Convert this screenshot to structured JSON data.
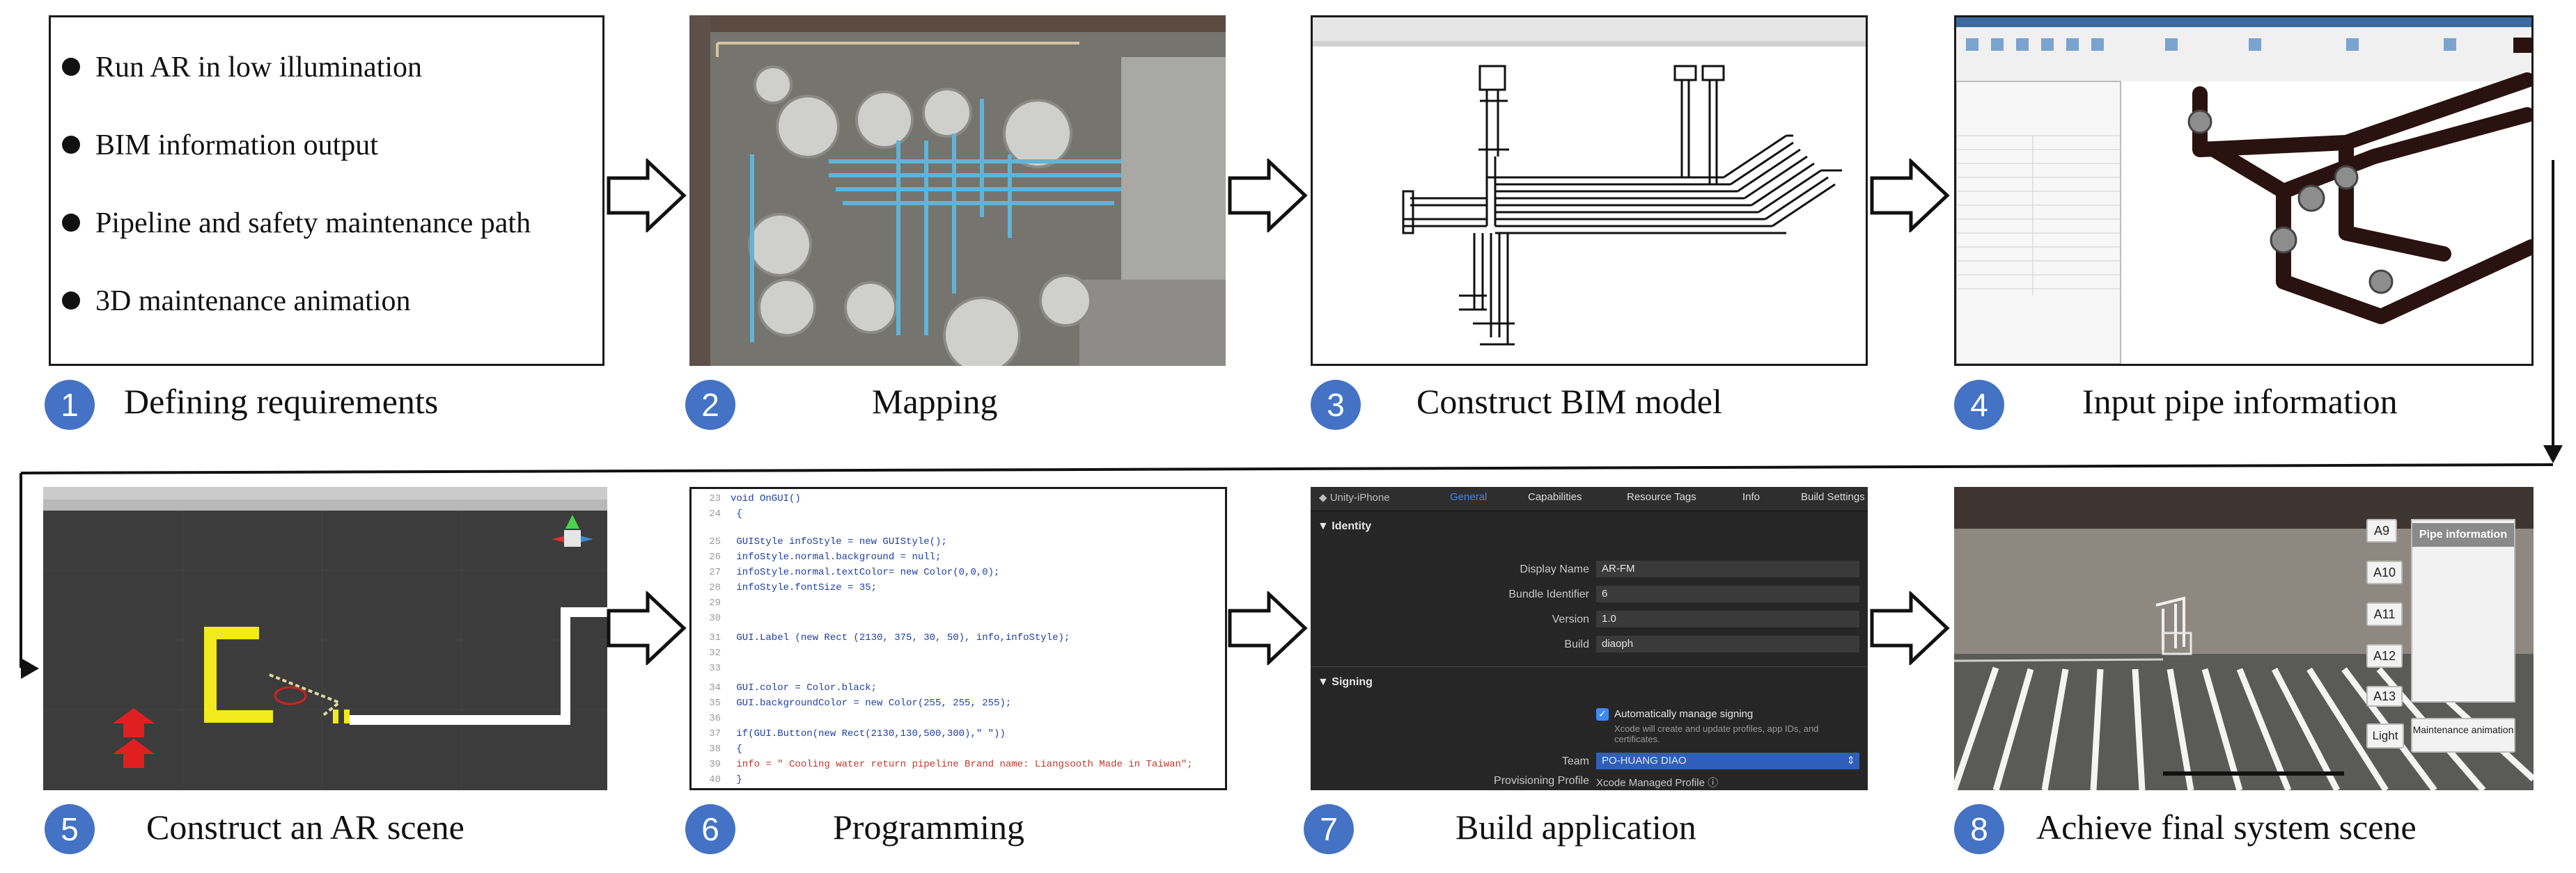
{
  "requirements": {
    "items": [
      "Run AR in low illumination",
      "BIM information output",
      "Pipeline and safety maintenance path",
      "3D maintenance animation"
    ]
  },
  "steps": [
    {
      "number": "1",
      "caption": "Defining requirements"
    },
    {
      "number": "2",
      "caption": "Mapping"
    },
    {
      "number": "3",
      "caption": "Construct BIM model"
    },
    {
      "number": "4",
      "caption": "Input pipe information"
    },
    {
      "number": "5",
      "caption": "Construct an AR scene"
    },
    {
      "number": "6",
      "caption": "Programming"
    },
    {
      "number": "7",
      "caption": "Build application"
    },
    {
      "number": "8",
      "caption": "Achieve final system scene"
    }
  ],
  "code": {
    "lines": [
      {
        "n": "23",
        "t": "void OnGUI()"
      },
      {
        "n": "24",
        "t": "  {"
      },
      {
        "n": "25",
        "t": "      GUIStyle infoStyle = new GUIStyle();"
      },
      {
        "n": "26",
        "t": "    infoStyle.normal.background = null;"
      },
      {
        "n": "27",
        "t": "     infoStyle.normal.textColor= new Color(0,0,0);"
      },
      {
        "n": "28",
        "t": "    infoStyle.fontSize = 35;"
      },
      {
        "n": "29",
        "t": ""
      },
      {
        "n": "30",
        "t": ""
      },
      {
        "n": "31",
        "t": "      GUI.Label (new Rect (2130, 375, 30, 50), info,infoStyle);"
      },
      {
        "n": "32",
        "t": ""
      },
      {
        "n": "33",
        "t": ""
      },
      {
        "n": "34",
        "t": "    GUI.color = Color.black;"
      },
      {
        "n": "35",
        "t": "      GUI.backgroundColor = new Color(255, 255, 255);"
      },
      {
        "n": "36",
        "t": ""
      },
      {
        "n": "37",
        "t": "      if(GUI.Button(new Rect(2130,130,500,300),\" \"))"
      },
      {
        "n": "38",
        "t": "      {"
      },
      {
        "n": "39",
        "t": "        info = \" Cooling water return pipeline Brand name: Liangsooth Made in Taiwan\";"
      },
      {
        "n": "40",
        "t": "      }"
      }
    ]
  },
  "xcode": {
    "target": "Unity-iPhone",
    "tabs": [
      "General",
      "Capabilities",
      "Resource Tags",
      "Info",
      "Build Settings"
    ],
    "identity_header": "Identity",
    "identity_fields": [
      {
        "label": "Display Name",
        "value": "AR-FM"
      },
      {
        "label": "Bundle Identifier",
        "value": "6"
      },
      {
        "label": "Version",
        "value": "1.0"
      },
      {
        "label": "Build",
        "value": "diaoph"
      }
    ],
    "signing_header": "Signing",
    "auto_signing": "Automatically manage signing",
    "auto_signing_note": "Xcode will create and update profiles, app IDs, and certificates.",
    "team_label": "Team",
    "team_value": "PO-HUANG DIAO",
    "profile_label": "Provisioning Profile",
    "profile_value": "Xcode Managed Profile"
  },
  "final_scene": {
    "pipe_labels": [
      "A9",
      "A10",
      "A11",
      "A12",
      "A13"
    ],
    "panel_title": "Pipe information",
    "light_button": "Light",
    "maintenance_button": "Maintenance animation"
  },
  "colors": {
    "badge": "#4472c4",
    "yellow_pipe": "#f2ea1c",
    "red_arrow": "#e02020"
  }
}
